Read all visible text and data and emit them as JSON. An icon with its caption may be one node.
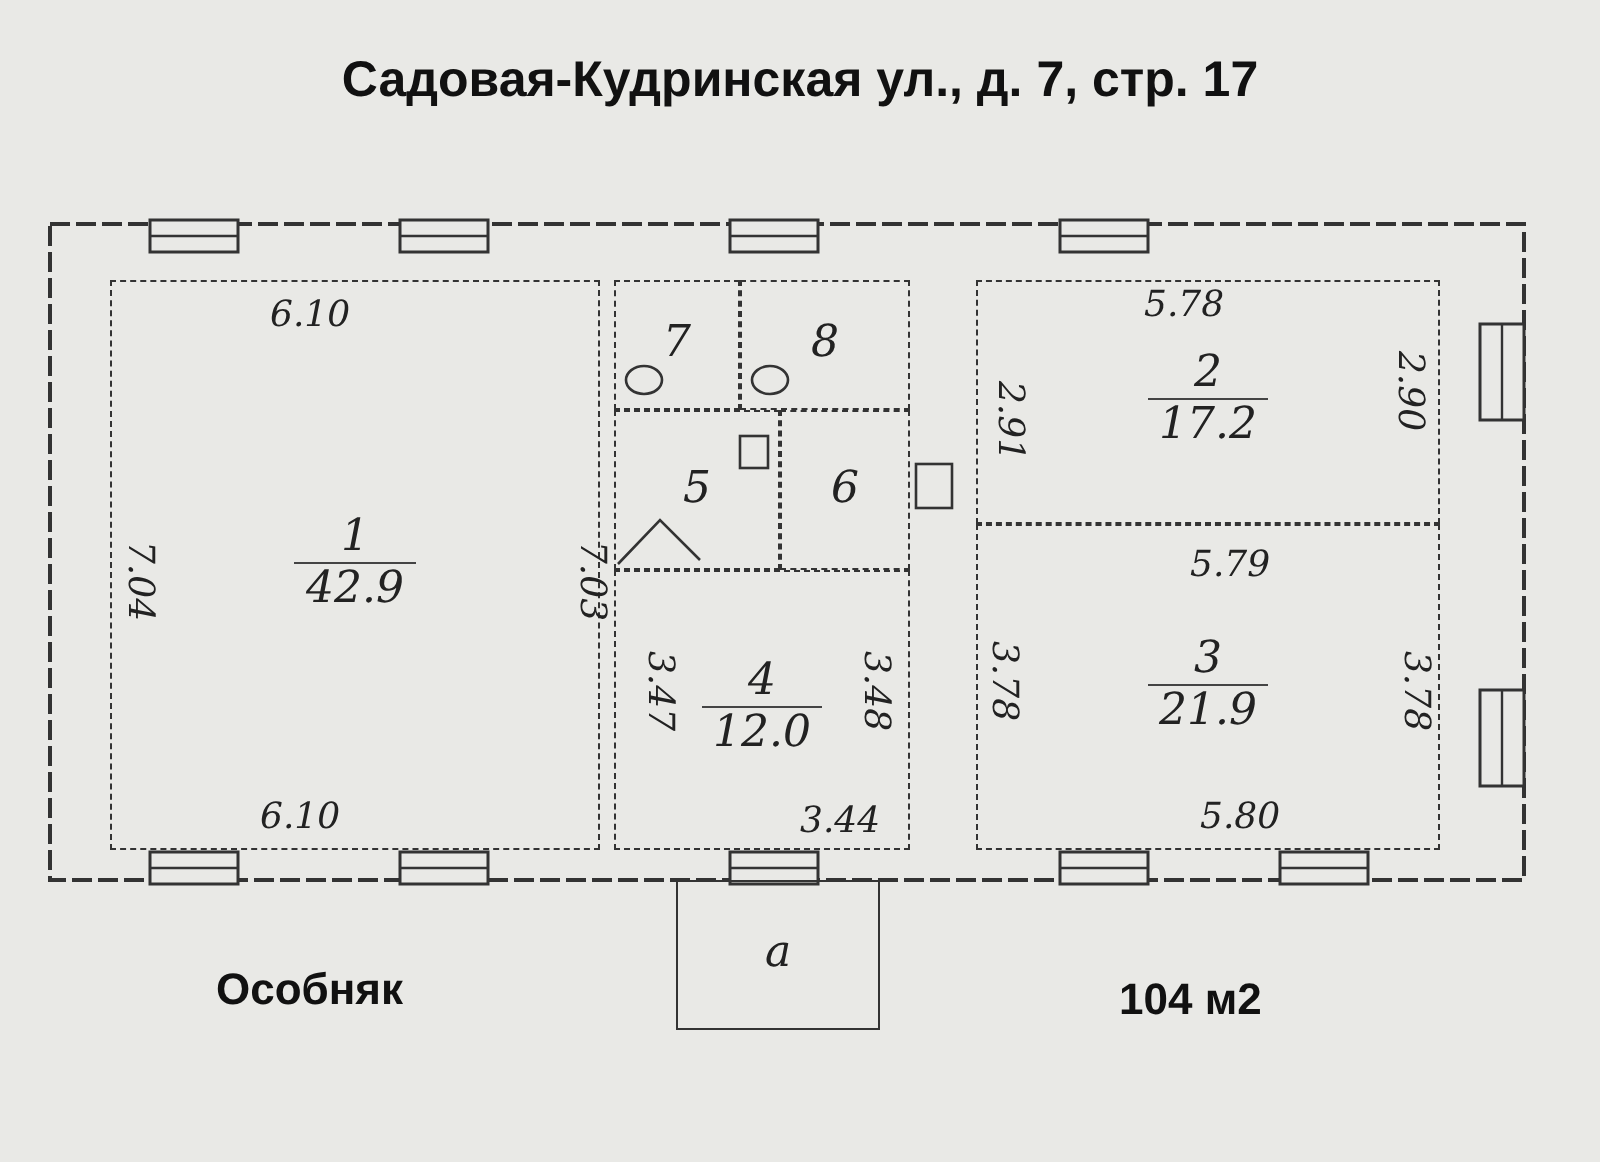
{
  "diagram": {
    "title": "Садовая-Кудринская ул., д. 7, стр. 17",
    "nodes": [
      {
        "text": [
          "1",
          "42.9"
        ]
      },
      {
        "text": [
          "7"
        ]
      },
      {
        "text": [
          "8"
        ]
      },
      {
        "text": [
          "2",
          "17.2"
        ]
      },
      {
        "text": [
          "5"
        ]
      },
      {
        "text": [
          "6"
        ]
      },
      {
        "text": [
          "4",
          "12.0"
        ]
      },
      {
        "text": [
          "3",
          "21.9"
        ]
      },
      {
        "text": [
          "a"
        ]
      }
    ],
    "labels": [
      "6.10",
      "5.78",
      "2.91",
      "2.90",
      "7.04",
      "7.03",
      "5.79",
      "3.47",
      "3.48",
      "3.78",
      "3.78",
      "6.10",
      "3.44",
      "5.80",
      "Особняк",
      "104 м2"
    ]
  }
}
